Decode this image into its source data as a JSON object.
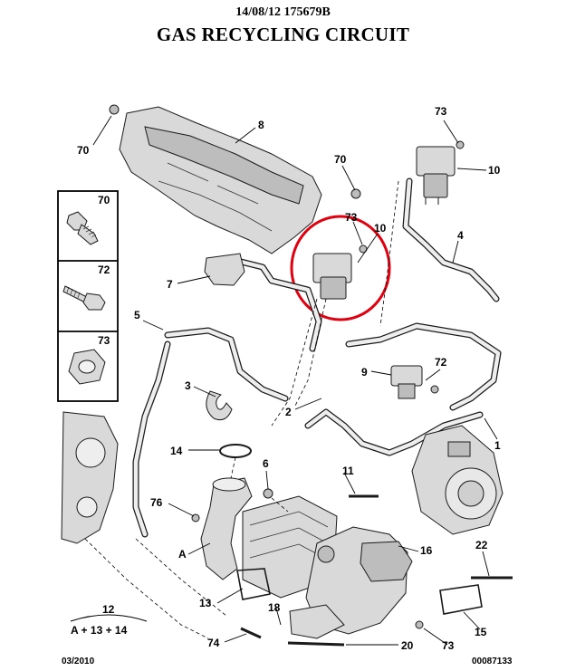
{
  "header": {
    "code": "14/08/12 175679B",
    "title": "GAS RECYCLING CIRCUIT"
  },
  "callouts": {
    "c70a": "70",
    "c8": "8",
    "c70b": "70",
    "c73a": "73",
    "c10a": "10",
    "c73b": "73",
    "c10b": "10",
    "c4": "4",
    "c7": "7",
    "c5": "5",
    "c9": "9",
    "c72": "72",
    "c3": "3",
    "c2": "2",
    "c1": "1",
    "c14": "14",
    "c6": "6",
    "c11": "11",
    "c76": "76",
    "cA": "A",
    "c16": "16",
    "c22": "22",
    "c13": "13",
    "c18": "18",
    "c15": "15",
    "c74": "74",
    "c20": "20",
    "c73c": "73"
  },
  "legend_box": [
    {
      "number": "70",
      "part": "bolt"
    },
    {
      "number": "72",
      "part": "screw"
    },
    {
      "number": "73",
      "part": "nut"
    }
  ],
  "kit": {
    "number": "12",
    "formula": "A + 13 + 14"
  },
  "footer": {
    "date": "03/2010",
    "reference": "00087133"
  },
  "highlight_color": "#e0000f"
}
